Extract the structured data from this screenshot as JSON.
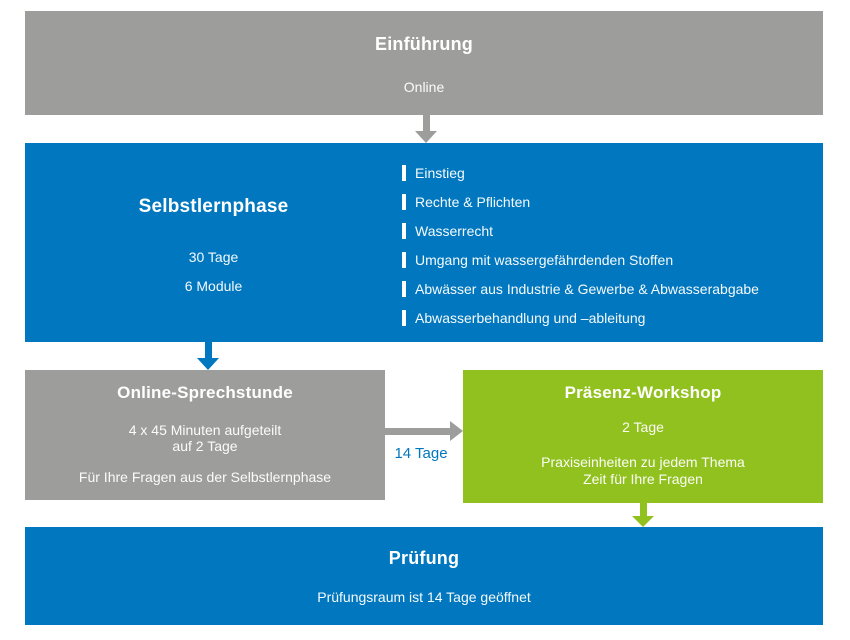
{
  "flow": {
    "intro": {
      "title": "Einführung",
      "subtitle": "Online"
    },
    "selfstudy": {
      "title": "Selbstlernphase",
      "duration": "30 Tage",
      "modules_count": "6 Module",
      "modules": [
        "Einstieg",
        "Rechte & Pflichten",
        "Wasserrecht",
        "Umgang mit wassergefährdenden Stoffen",
        "Abwässer aus Industrie & Gewerbe & Abwasserabgabe",
        "Abwasserbehandlung und –ableitung"
      ]
    },
    "consultation": {
      "title": "Online-Sprechstunde",
      "line1": "4 x 45 Minuten aufgeteilt",
      "line2": "auf 2 Tage",
      "line3": "Für Ihre Fragen aus der Selbstlernphase"
    },
    "workshop": {
      "title": "Präsenz-Workshop",
      "line1": "2 Tage",
      "line2": "Praxiseinheiten zu jedem Thema",
      "line3": "Zeit für Ihre Fragen"
    },
    "exam": {
      "title": "Prüfung",
      "subtitle": "Prüfungsraum ist 14 Tage geöffnet"
    },
    "connector_label": "14 Tage"
  },
  "colors": {
    "gray": "#9d9d9c",
    "blue": "#0077be",
    "green": "#91c11e",
    "text": "#ffffff"
  }
}
